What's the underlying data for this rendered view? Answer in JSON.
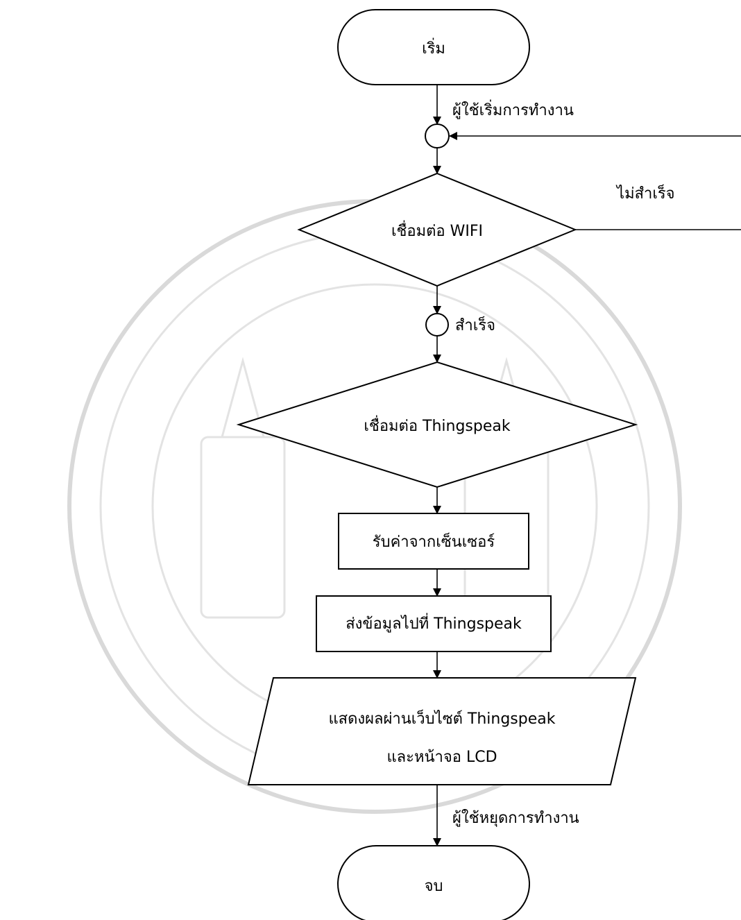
{
  "diagram": {
    "start": "เริ่ม",
    "edge_user_start": "ผู้ใช้เริ่มการทำงาน",
    "decision_wifi": "เชื่อมต่อ WIFI",
    "edge_fail": "ไม่สำเร็จ",
    "edge_success": "สำเร็จ",
    "decision_thingspeak": "เชื่อมต่อ Thingspeak",
    "process_read_sensor": "รับค่าจากเซ็นเซอร์",
    "process_send_data": "ส่งข้อมูลไปที่ Thingspeak",
    "output_line1": "แสดงผลผ่านเว็บไซต์ Thingspeak",
    "output_line2": "และหน้าจอ LCD",
    "edge_user_stop": "ผู้ใช้หยุดการทำงาน",
    "end": "จบ"
  }
}
